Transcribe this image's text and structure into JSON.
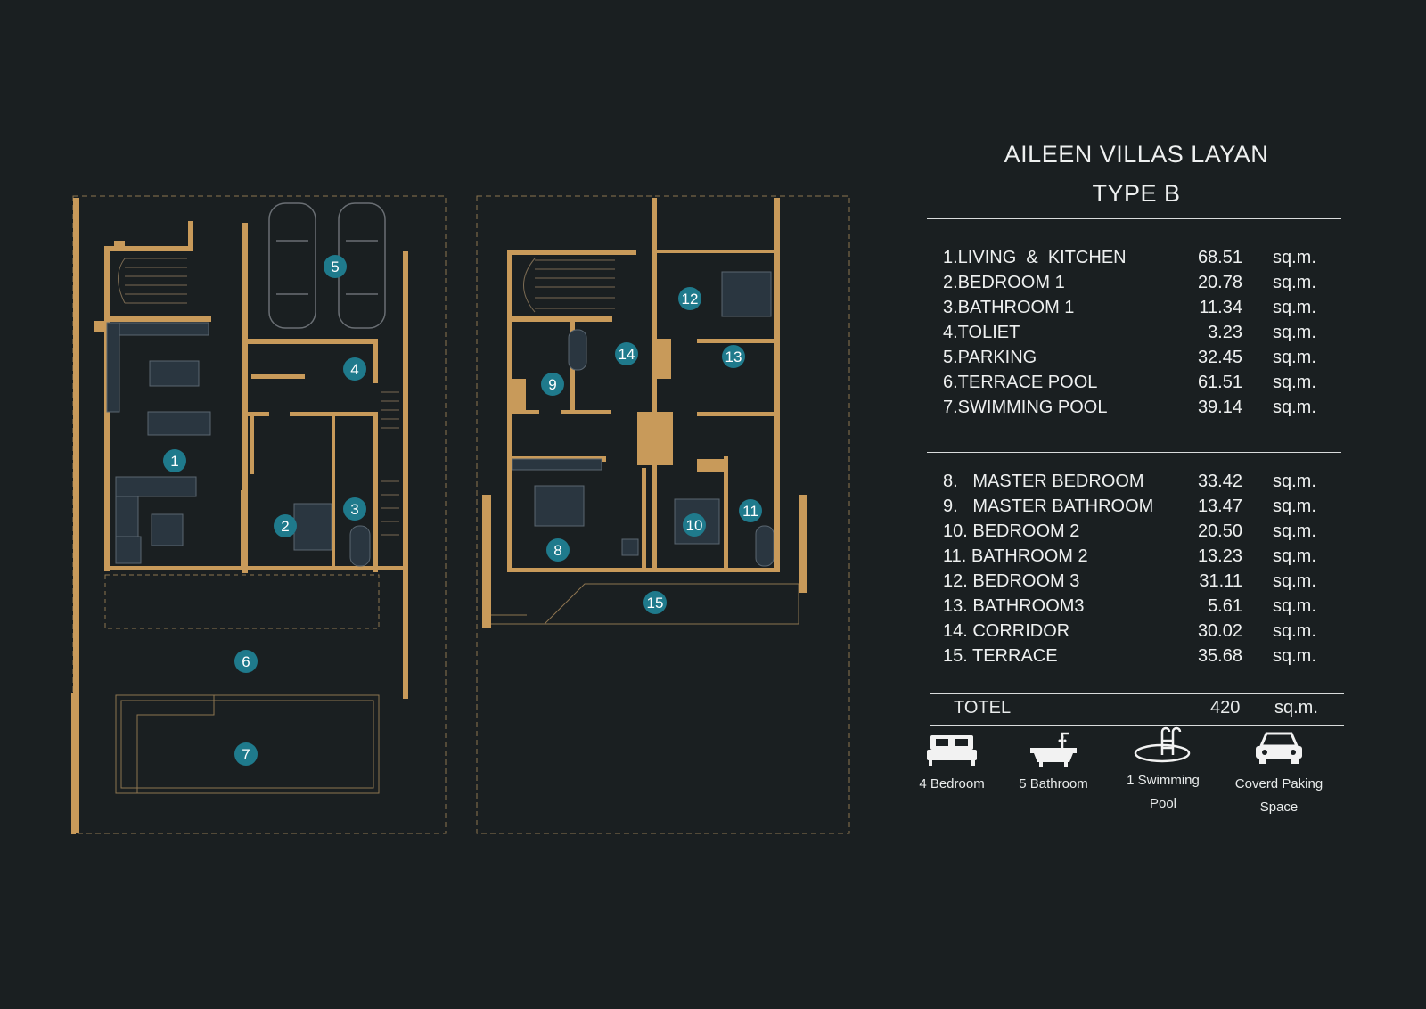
{
  "project": {
    "title_line1": "AILEEN VILLAS LAYAN",
    "title_line2": "TYPE B"
  },
  "rooms_group1": [
    {
      "label": "1.LIVING  &  KITCHEN",
      "area": "68.51",
      "unit": "sq.m."
    },
    {
      "label": "2.BEDROOM 1",
      "area": "20.78",
      "unit": "sq.m."
    },
    {
      "label": "3.BATHROOM 1",
      "area": "11.34",
      "unit": "sq.m."
    },
    {
      "label": "4.TOLIET",
      "area": "3.23",
      "unit": "sq.m."
    },
    {
      "label": "5.PARKING",
      "area": "32.45",
      "unit": "sq.m."
    },
    {
      "label": "6.TERRACE POOL",
      "area": "61.51",
      "unit": "sq.m."
    },
    {
      "label": "7.SWIMMING POOL",
      "area": "39.14",
      "unit": "sq.m."
    }
  ],
  "rooms_group2": [
    {
      "label": "8.   MASTER BEDROOM",
      "area": "33.42",
      "unit": "sq.m."
    },
    {
      "label": "9.   MASTER BATHROOM",
      "area": "13.47",
      "unit": "sq.m."
    },
    {
      "label": "10. BEDROOM 2",
      "area": "20.50",
      "unit": "sq.m."
    },
    {
      "label": "11. BATHROOM 2",
      "area": "13.23",
      "unit": "sq.m."
    },
    {
      "label": "12. BEDROOM 3",
      "area": "31.11",
      "unit": "sq.m."
    },
    {
      "label": "13. BATHROOM3",
      "area": "5.61",
      "unit": "sq.m."
    },
    {
      "label": "14. CORRIDOR",
      "area": "30.02",
      "unit": "sq.m."
    },
    {
      "label": "15. TERRACE",
      "area": "35.68",
      "unit": "sq.m."
    }
  ],
  "total": {
    "label": "TOTEL",
    "value": "420",
    "unit": "sq.m."
  },
  "amenities": [
    {
      "icon": "bed-icon",
      "label_line1": "4 Bedroom",
      "label_line2": ""
    },
    {
      "icon": "bathtub-icon",
      "label_line1": "5 Bathroom",
      "label_line2": ""
    },
    {
      "icon": "swimming-pool-icon",
      "label_line1": "1 Swimming",
      "label_line2": "Pool"
    },
    {
      "icon": "car-icon",
      "label_line1": "Coverd Paking",
      "label_line2": "Space"
    }
  ],
  "plan_markers": {
    "ground_floor": [
      "1",
      "2",
      "3",
      "4",
      "5",
      "6",
      "7"
    ],
    "upper_floor": [
      "8",
      "9",
      "10",
      "11",
      "12",
      "13",
      "14",
      "15"
    ]
  },
  "colors": {
    "background": "#1a1f21",
    "wall": "#c89a5a",
    "marker": "#1f7a8c",
    "text": "#eef0f0"
  }
}
